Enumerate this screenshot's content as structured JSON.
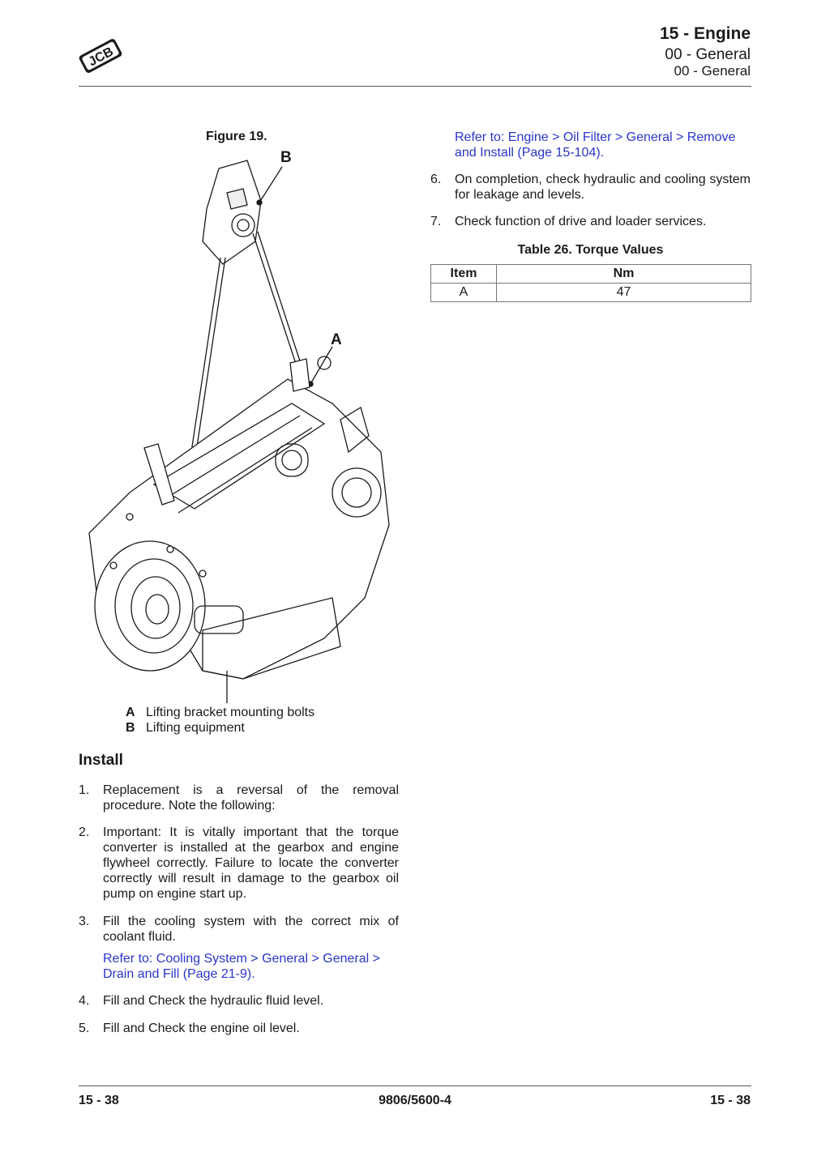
{
  "header": {
    "brand": "JCB",
    "title": "15 - Engine",
    "subtitle1": "00 - General",
    "subtitle2": "00 - General"
  },
  "figure": {
    "caption": "Figure 19.",
    "callout_b": "B",
    "callout_a": "A",
    "legend": [
      {
        "key": "A",
        "text": "Lifting bracket mounting bolts"
      },
      {
        "key": "B",
        "text": "Lifting equipment"
      }
    ]
  },
  "install": {
    "heading": "Install",
    "steps": [
      {
        "num": "1.",
        "text": "Replacement is a reversal of the removal procedure. Note the following:"
      },
      {
        "num": "2.",
        "text": "Important: It is vitally important that the torque converter is installed at the gearbox and engine flywheel correctly. Failure to locate the converter correctly will result in damage to the gearbox oil pump on engine start up."
      },
      {
        "num": "3.",
        "text": "Fill the cooling system with the correct mix of coolant fluid.",
        "link": "Refer to: Cooling System > General > General > Drain and Fill (Page 21-9)."
      },
      {
        "num": "4.",
        "text": "Fill and Check the hydraulic fluid level."
      },
      {
        "num": "5.",
        "text": "Fill and Check the engine oil level."
      }
    ]
  },
  "right": {
    "link": "Refer to: Engine > Oil Filter > General > Remove and Install (Page 15-104).",
    "steps": [
      {
        "num": "6.",
        "text": "On completion, check hydraulic and cooling system for leakage and levels."
      },
      {
        "num": "7.",
        "text": "Check function of drive and loader services."
      }
    ]
  },
  "table": {
    "title": "Table 26. Torque Values",
    "headers": [
      "Item",
      "Nm"
    ],
    "rows": [
      [
        "A",
        "47"
      ]
    ]
  },
  "footer": {
    "left": "15 - 38",
    "center": "9806/5600-4",
    "right": "15 - 38"
  },
  "colors": {
    "link": "#2a35c8",
    "text": "#1a1a1a"
  }
}
